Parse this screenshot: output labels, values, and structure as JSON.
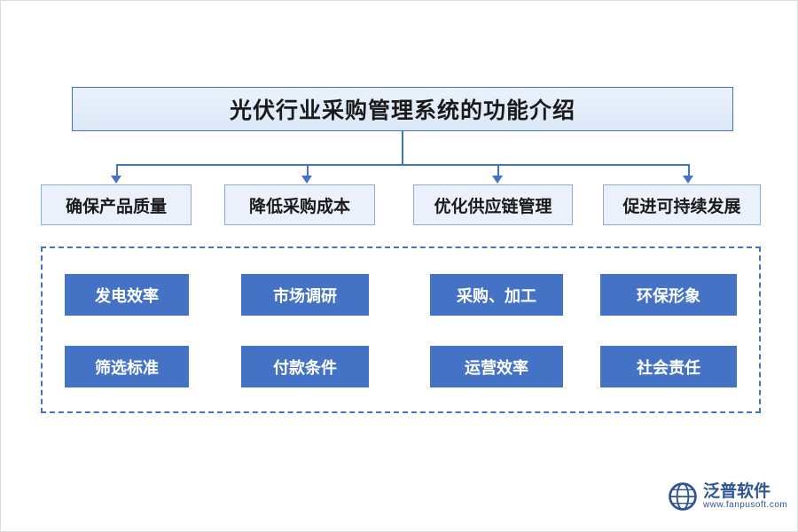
{
  "diagram": {
    "type": "hierarchy-flowchart",
    "title": "光伏行业采购管理系统的功能介绍",
    "branches": [
      {
        "label": "确保产品质量"
      },
      {
        "label": "降低采购成本"
      },
      {
        "label": "优化供应链管理"
      },
      {
        "label": "促进可持续发展"
      }
    ],
    "chips": [
      {
        "label": "发电效率"
      },
      {
        "label": "市场调研"
      },
      {
        "label": "采购、加工"
      },
      {
        "label": "环保形象"
      },
      {
        "label": "筛选标准"
      },
      {
        "label": "付款条件"
      },
      {
        "label": "运营效率"
      },
      {
        "label": "社会责任"
      }
    ],
    "colors": {
      "accent": "#4472c4",
      "chip_fill": "#4472c4",
      "box_fill": "#eaf1fb",
      "box_border": "#8faadc",
      "title_border": "#4472c4"
    }
  },
  "watermark": {
    "text": "泛普软件"
  },
  "logo": {
    "name_cn": "泛普软件",
    "name_en": "www.fanpusoft.com"
  }
}
